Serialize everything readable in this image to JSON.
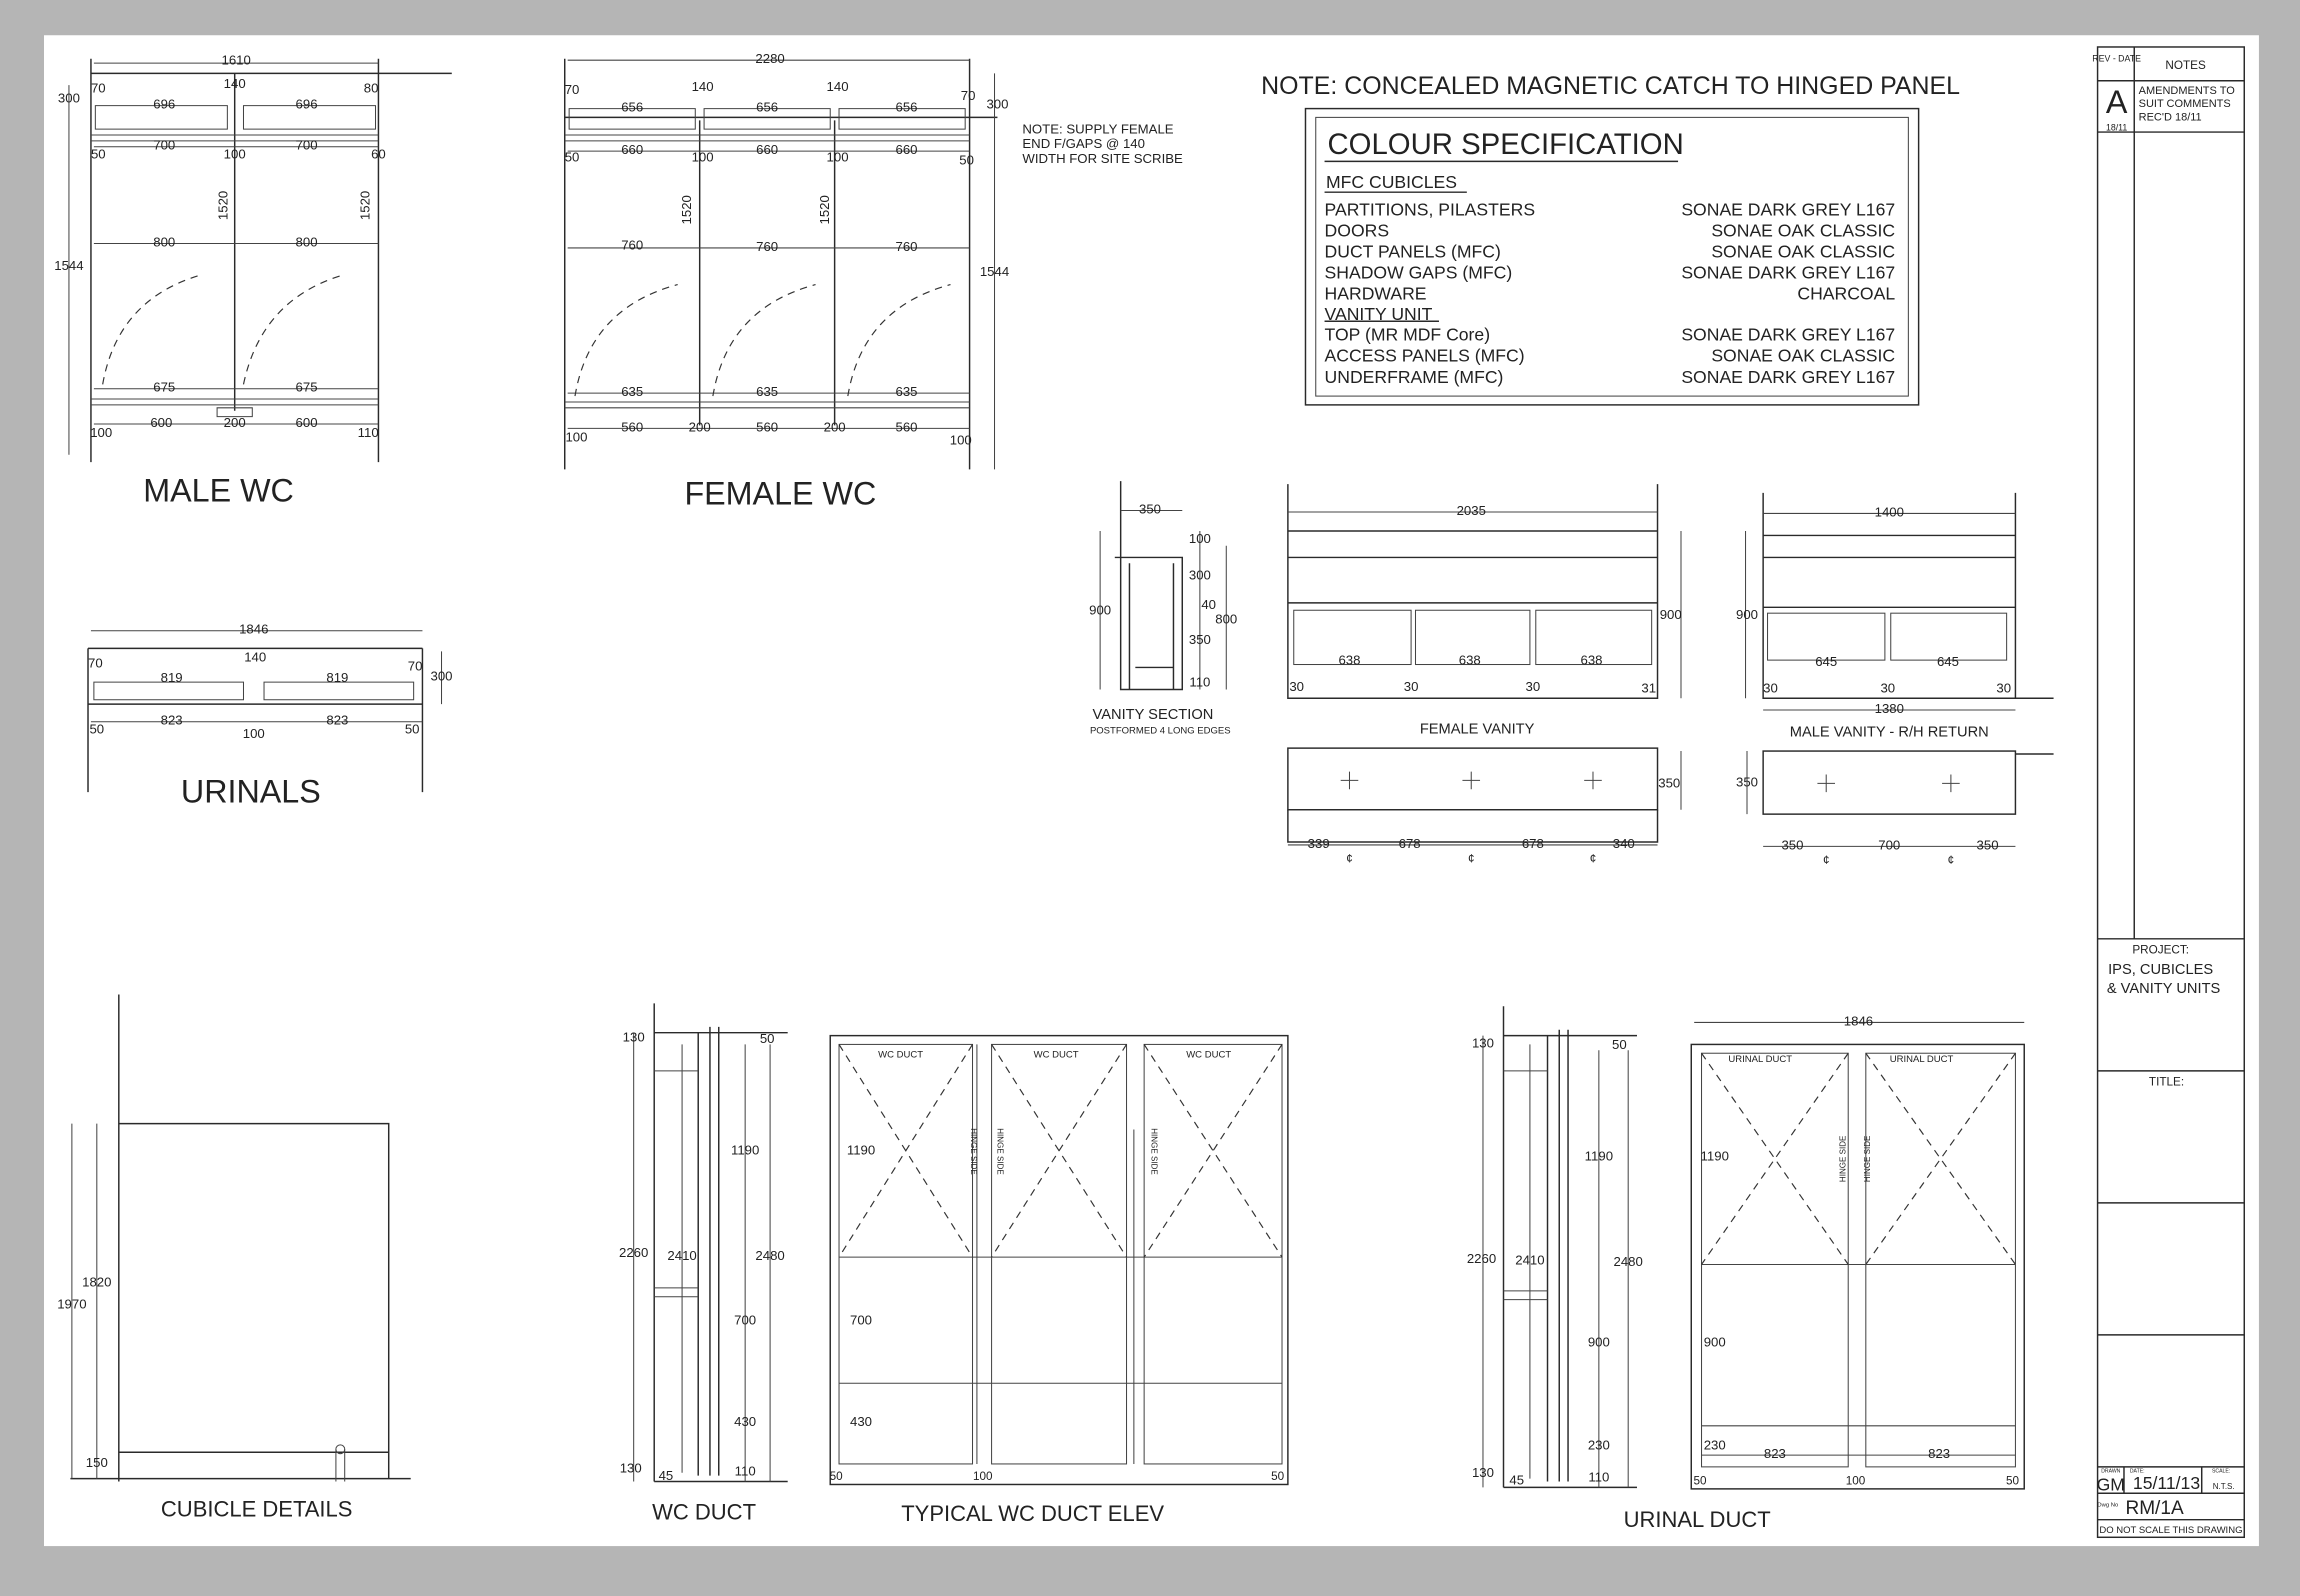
{
  "male_wc": {
    "title": "MALE WC",
    "dims": [
      "1610",
      "140",
      "70",
      "696",
      "696",
      "80",
      "300",
      "700",
      "700",
      "50",
      "100",
      "60",
      "1520",
      "1520",
      "800",
      "800",
      "1544",
      "675",
      "675",
      "600",
      "200",
      "600",
      "100",
      "110"
    ]
  },
  "female_wc": {
    "title": "FEMALE WC",
    "dims": [
      "2280",
      "70",
      "140",
      "140",
      "70",
      "656",
      "656",
      "656",
      "300",
      "660",
      "660",
      "660",
      "50",
      "100",
      "100",
      "50",
      "1520",
      "1520",
      "760",
      "760",
      "760",
      "1544",
      "635",
      "635",
      "635",
      "100",
      "560",
      "200",
      "560",
      "200",
      "560",
      "100"
    ],
    "note": [
      "NOTE: SUPPLY FEMALE",
      "END F/GAPS @ 140",
      "WIDTH FOR SITE SCRIBE"
    ]
  },
  "urinals": {
    "title": "URINALS",
    "dims": [
      "1846",
      "140",
      "70",
      "819",
      "819",
      "70",
      "300",
      "823",
      "823",
      "50",
      "100",
      "50"
    ]
  },
  "note_top": "NOTE: CONCEALED MAGNETIC CATCH TO HINGED PANEL",
  "colour_spec": {
    "title": "COLOUR SPECIFICATION",
    "section1": "MFC CUBICLES",
    "rows1": [
      {
        "item": "PARTITIONS, PILASTERS",
        "finish": "SONAE DARK GREY L167"
      },
      {
        "item": "DOORS",
        "finish": "SONAE OAK CLASSIC"
      },
      {
        "item": "DUCT PANELS (MFC)",
        "finish": "SONAE OAK CLASSIC"
      },
      {
        "item": "SHADOW GAPS (MFC)",
        "finish": "SONAE DARK GREY L167"
      },
      {
        "item": "HARDWARE",
        "finish": "CHARCOAL"
      }
    ],
    "section2": "VANITY UNIT",
    "rows2": [
      {
        "item": "TOP (MR MDF Core)",
        "finish": "SONAE DARK GREY L167"
      },
      {
        "item": "ACCESS PANELS (MFC)",
        "finish": "SONAE OAK CLASSIC"
      },
      {
        "item": "UNDERFRAME (MFC)",
        "finish": "SONAE DARK GREY L167"
      }
    ]
  },
  "vanity_section": {
    "title": "VANITY SECTION",
    "subtitle": "POSTFORMED 4 LONG EDGES",
    "dims": [
      "350",
      "100",
      "300",
      "40",
      "800",
      "350",
      "110",
      "900"
    ]
  },
  "female_vanity": {
    "title": "FEMALE VANITY",
    "dims": [
      "2035",
      "900",
      "638",
      "638",
      "638",
      "30",
      "30",
      "30",
      "31",
      "350",
      "339",
      "678",
      "678",
      "340"
    ],
    "cl": "¢"
  },
  "male_vanity": {
    "title": "MALE VANITY - R/H RETURN",
    "dims": [
      "1400",
      "900",
      "645",
      "645",
      "30",
      "30",
      "30",
      "1380",
      "350",
      "350",
      "700",
      "350"
    ]
  },
  "cubicle_details": {
    "title": "CUBICLE DETAILS",
    "dims": [
      "1820",
      "1970",
      "150"
    ]
  },
  "wc_duct": {
    "title": "WC DUCT",
    "dims": [
      "130",
      "50",
      "1190",
      "2260",
      "2410",
      "2480",
      "700",
      "430",
      "130",
      "45",
      "110"
    ]
  },
  "wc_duct_elev": {
    "title": "TYPICAL WC DUCT ELEV",
    "panel_label": "WC DUCT",
    "hinge": "HINGE SIDE",
    "dims": [
      "1190",
      "700",
      "430",
      "50",
      "100",
      "50"
    ]
  },
  "urinal_duct": {
    "title": "URINAL DUCT",
    "panel_label": "URINAL DUCT",
    "dims": [
      "130",
      "50",
      "1190",
      "2260",
      "2410",
      "2480",
      "900",
      "230",
      "130",
      "45",
      "110",
      "1846",
      "1190",
      "900",
      "230",
      "823",
      "823",
      "50",
      "100",
      "50"
    ]
  },
  "title_block": {
    "rev_header": "REV - DATE",
    "notes_header": "NOTES",
    "rev": "A",
    "rev_date": "18/11",
    "rev_note": [
      "AMENDMENTS TO",
      "SUIT COMMENTS",
      "REC'D 18/11"
    ],
    "project_label": "PROJECT:",
    "project": [
      "IPS, CUBICLES",
      "& VANITY UNITS"
    ],
    "title_label": "TITLE:",
    "drawn_label": "DRAWN",
    "drawn": "GM",
    "date_label": "DATE:",
    "date": "15/11/13",
    "scale_label": "SCALE:",
    "scale": "N.T.S.",
    "dwg_label": "Dwg No",
    "dwg": "RM/1A",
    "warning": "DO NOT SCALE THIS DRAWING"
  }
}
